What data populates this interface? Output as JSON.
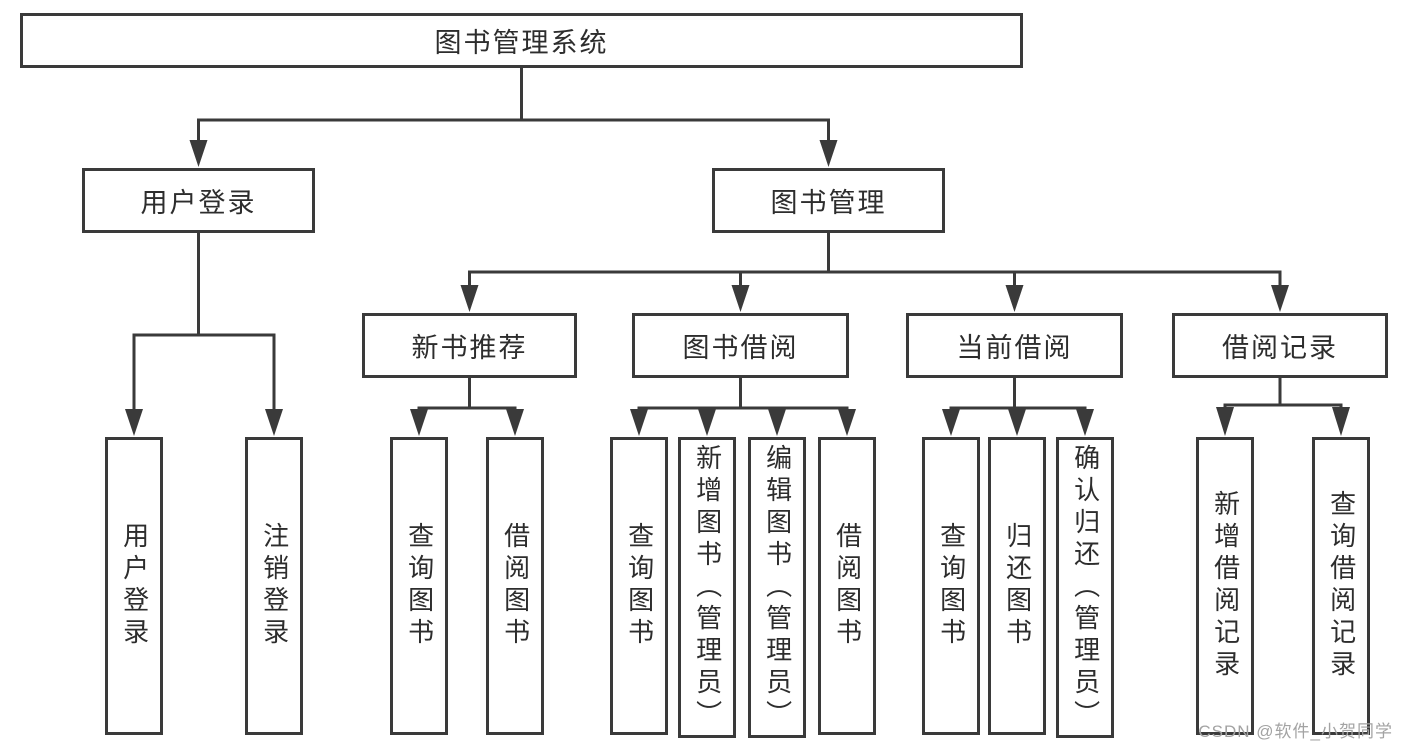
{
  "diagram": {
    "type": "tree",
    "title": "图书管理系统",
    "colors": {
      "line": "#3a3a3a",
      "text": "#2d2d2d",
      "background": "#ffffff",
      "watermark": "#a3a3a3"
    },
    "nodes": {
      "root": {
        "label": "图书管理系统"
      },
      "userLogin": {
        "label": "用户登录"
      },
      "bookMgmt": {
        "label": "图书管理"
      },
      "newRec": {
        "label": "新书推荐"
      },
      "bookBorrow": {
        "label": "图书借阅"
      },
      "currentBorrow": {
        "label": "当前借阅"
      },
      "borrowRecords": {
        "label": "借阅记录"
      },
      "leafUserLogin": {
        "label": "用户登录"
      },
      "leafLogout": {
        "label": "注销登录"
      },
      "leafNrQuery": {
        "label": "查询图书"
      },
      "leafNrBorrow": {
        "label": "借阅图书"
      },
      "leafBbQuery": {
        "label": "查询图书"
      },
      "leafBbAdd": {
        "label": "新增图书（管理员）"
      },
      "leafBbEdit": {
        "label": "编辑图书（管理员）"
      },
      "leafBbBorrow": {
        "label": "借阅图书"
      },
      "leafCbQuery": {
        "label": "查询图书"
      },
      "leafCbReturn": {
        "label": "归还图书"
      },
      "leafCbConfirm": {
        "label": "确认归还（管理员）"
      },
      "leafBrAdd": {
        "label": "新增借阅记录"
      },
      "leafBrQuery": {
        "label": "查询借阅记录"
      }
    },
    "edges": [
      {
        "from": "root",
        "to": "userLogin"
      },
      {
        "from": "root",
        "to": "bookMgmt"
      },
      {
        "from": "userLogin",
        "to": "leafUserLogin"
      },
      {
        "from": "userLogin",
        "to": "leafLogout"
      },
      {
        "from": "bookMgmt",
        "to": "newRec"
      },
      {
        "from": "bookMgmt",
        "to": "bookBorrow"
      },
      {
        "from": "bookMgmt",
        "to": "currentBorrow"
      },
      {
        "from": "bookMgmt",
        "to": "borrowRecords"
      },
      {
        "from": "newRec",
        "to": "leafNrQuery"
      },
      {
        "from": "newRec",
        "to": "leafNrBorrow"
      },
      {
        "from": "bookBorrow",
        "to": "leafBbQuery"
      },
      {
        "from": "bookBorrow",
        "to": "leafBbAdd"
      },
      {
        "from": "bookBorrow",
        "to": "leafBbEdit"
      },
      {
        "from": "bookBorrow",
        "to": "leafBbBorrow"
      },
      {
        "from": "currentBorrow",
        "to": "leafCbQuery"
      },
      {
        "from": "currentBorrow",
        "to": "leafCbReturn"
      },
      {
        "from": "currentBorrow",
        "to": "leafCbConfirm"
      },
      {
        "from": "borrowRecords",
        "to": "leafBrAdd"
      },
      {
        "from": "borrowRecords",
        "to": "leafBrQuery"
      }
    ],
    "watermark": "CSDN @软件_小贺同学"
  }
}
